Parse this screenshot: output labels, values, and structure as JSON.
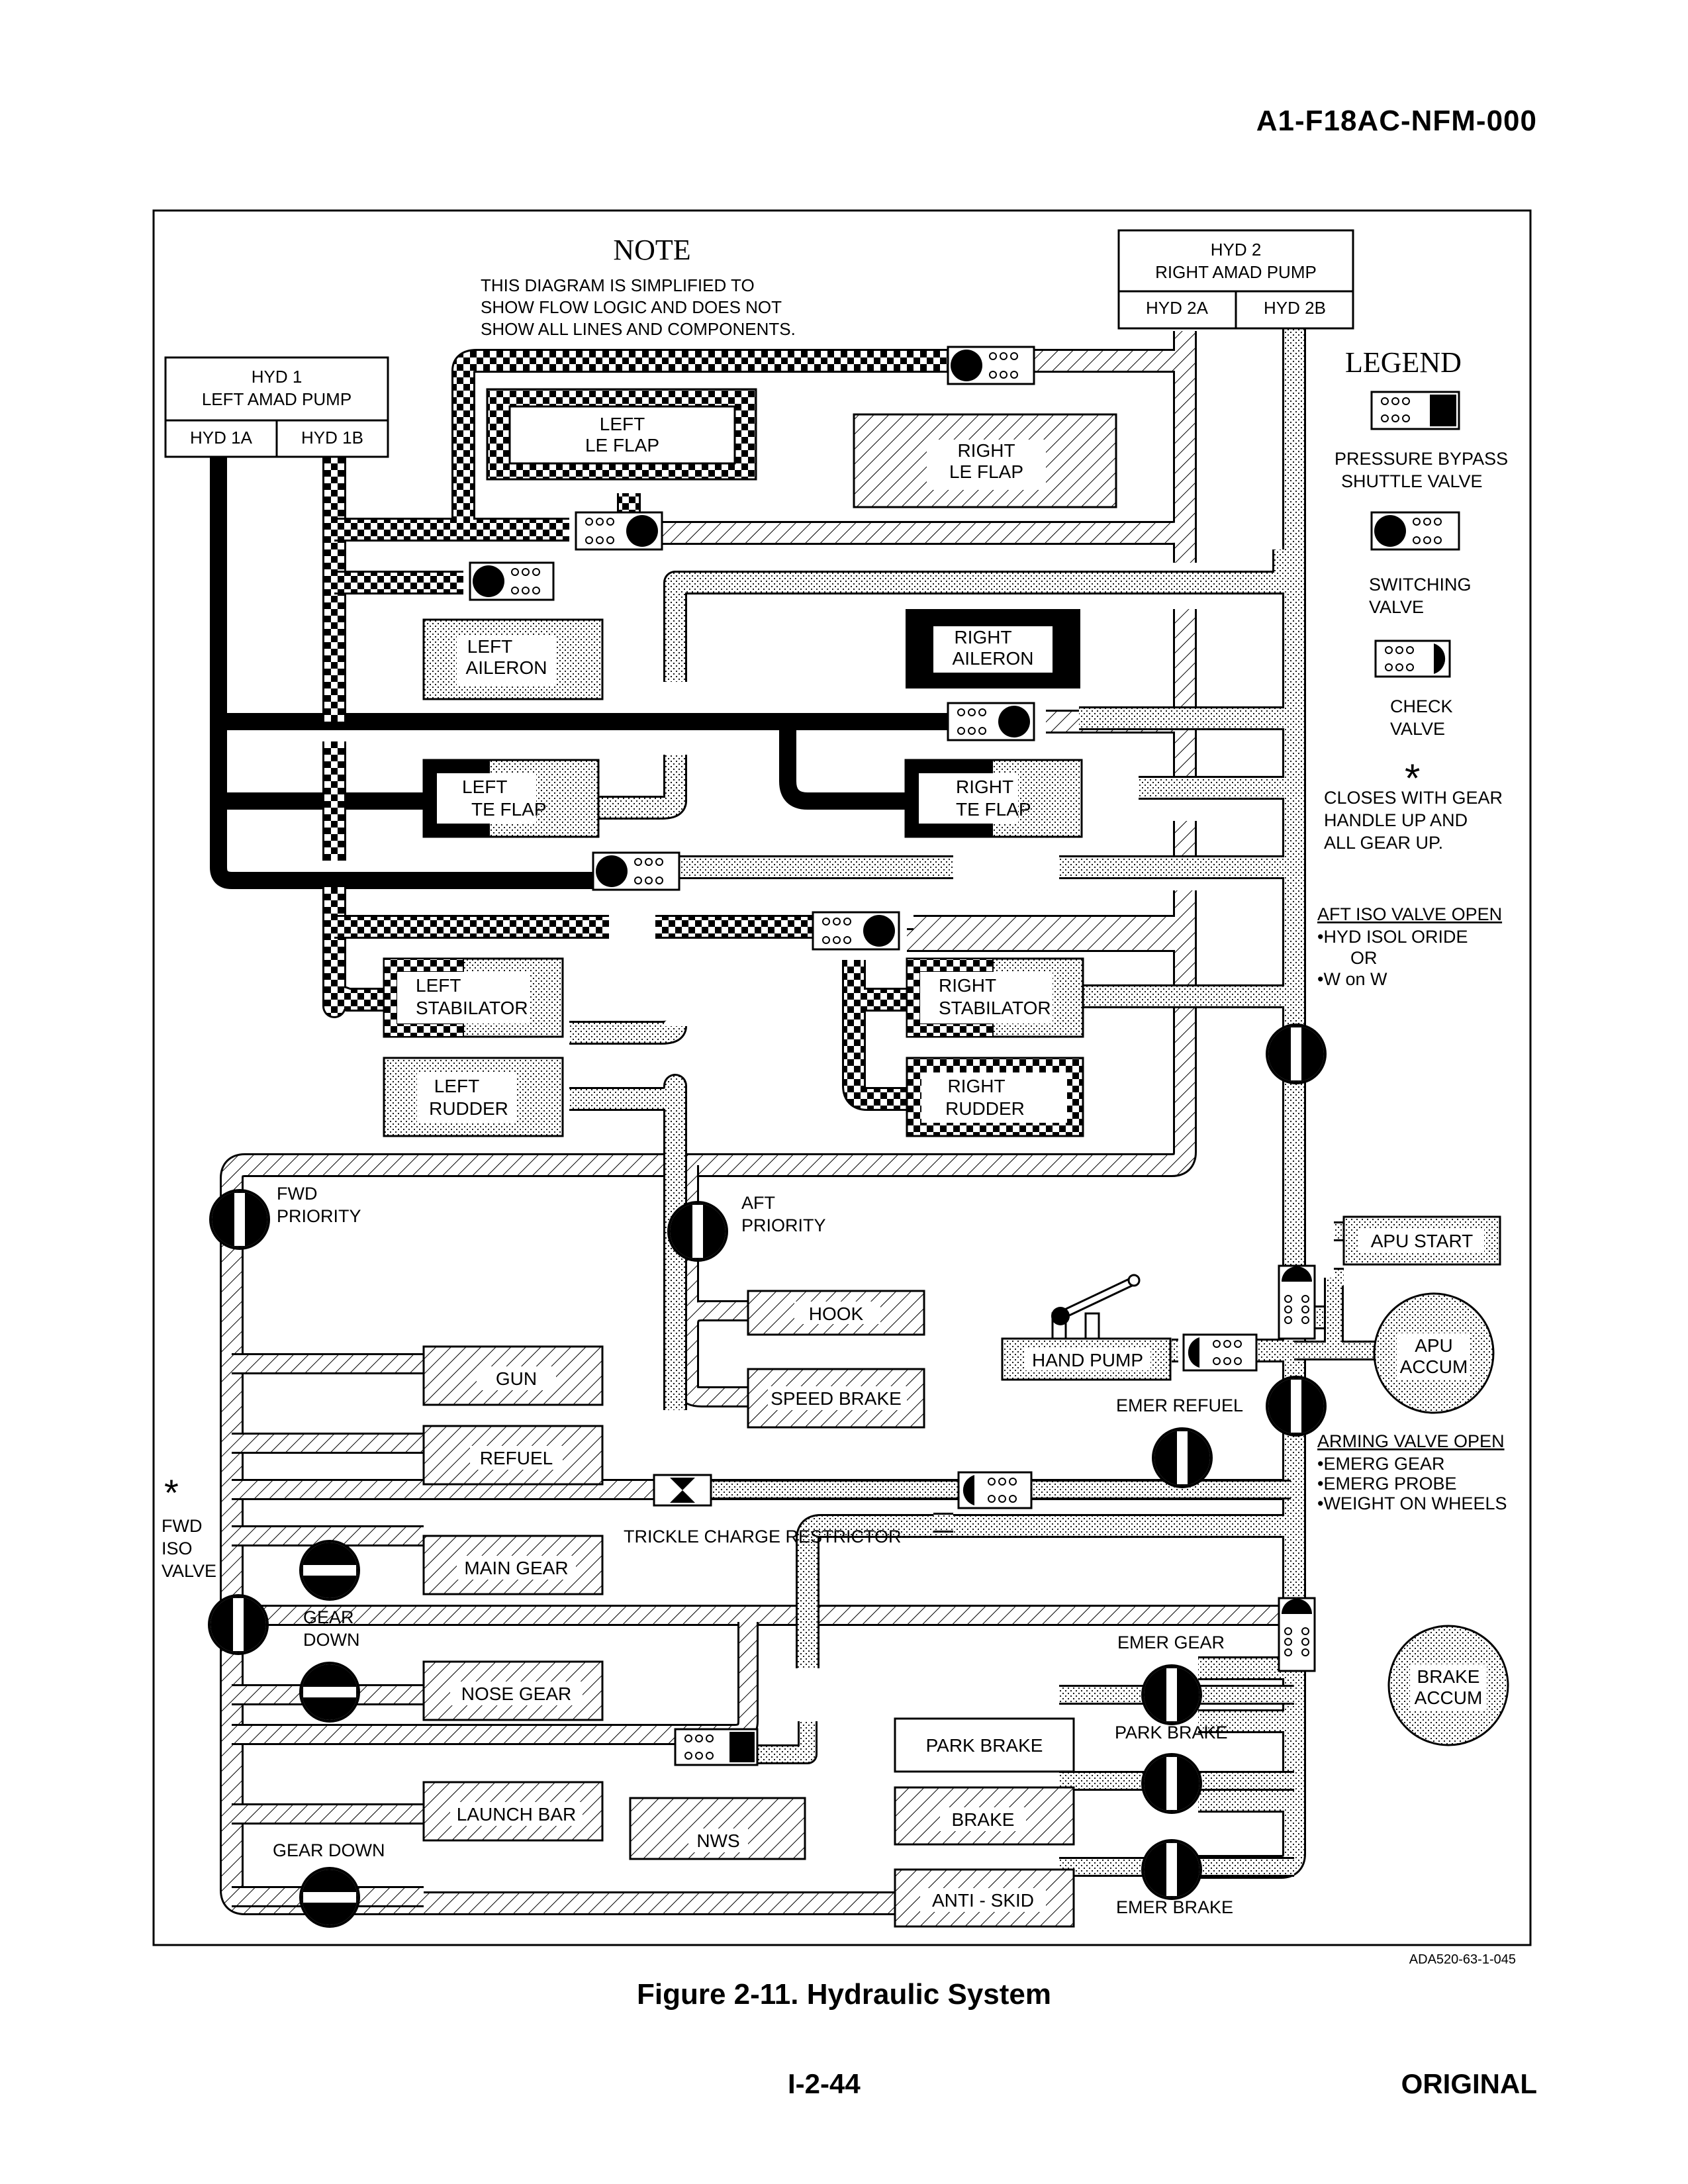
{
  "header": {
    "doc_id": "A1-F18AC-NFM-000"
  },
  "footer": {
    "caption": "Figure 2-11. Hydraulic System",
    "page": "I-2-44",
    "status": "ORIGINAL"
  },
  "art_code": "ADA520-63-1-045",
  "note": {
    "title": "NOTE",
    "lines": [
      "THIS DIAGRAM IS SIMPLIFIED TO",
      "SHOW FLOW LOGIC AND DOES NOT",
      "SHOW ALL LINES AND COMPONENTS."
    ]
  },
  "hyd1": {
    "line1": "HYD 1",
    "line2": "LEFT AMAD PUMP",
    "a": "HYD 1A",
    "b": "HYD 1B"
  },
  "hyd2": {
    "line1": "HYD 2",
    "line2": "RIGHT AMAD PUMP",
    "a": "HYD 2A",
    "b": "HYD 2B"
  },
  "legend": {
    "title": "LEGEND",
    "pbsv": [
      "PRESSURE BYPASS",
      "SHUTTLE VALVE"
    ],
    "switching": [
      "SWITCHING",
      "VALVE"
    ],
    "check": [
      "CHECK",
      "VALVE"
    ],
    "asterisk": "*",
    "closes": [
      "CLOSES WITH GEAR",
      "HANDLE UP AND",
      "ALL GEAR UP."
    ]
  },
  "aft_iso": {
    "title": "AFT ISO VALVE OPEN",
    "lines": [
      "•HYD ISOL ORIDE",
      "OR",
      "•W on W"
    ]
  },
  "arming": {
    "title": "ARMING VALVE OPEN",
    "lines": [
      "•EMERG GEAR",
      "•EMERG PROBE",
      "•WEIGHT ON WHEELS"
    ]
  },
  "components": {
    "left_le_flap": [
      "LEFT",
      "LE FLAP"
    ],
    "right_le_flap": [
      "RIGHT",
      "LE FLAP"
    ],
    "left_aileron": [
      "LEFT",
      "AILERON"
    ],
    "right_aileron": [
      "RIGHT",
      "AILERON"
    ],
    "left_te_flap": [
      "LEFT",
      "TE FLAP"
    ],
    "right_te_flap": [
      "RIGHT",
      "TE FLAP"
    ],
    "left_stabilator": [
      "LEFT",
      "STABILATOR"
    ],
    "right_stabilator": [
      "RIGHT",
      "STABILATOR"
    ],
    "left_rudder": [
      "LEFT",
      "RUDDER"
    ],
    "right_rudder": [
      "RIGHT",
      "RUDDER"
    ],
    "hook": "HOOK",
    "speed_brake": "SPEED BRAKE",
    "gun": "GUN",
    "refuel": "REFUEL",
    "main_gear": "MAIN GEAR",
    "nose_gear": "NOSE GEAR",
    "launch_bar": "LAUNCH BAR",
    "nws": "NWS",
    "park_brake": "PARK BRAKE",
    "brake": "BRAKE",
    "anti_skid": "ANTI - SKID",
    "hand_pump": "HAND PUMP",
    "apu_start": "APU START",
    "apu_accum": [
      "APU",
      "ACCUM"
    ],
    "brake_accum": [
      "BRAKE",
      "ACCUM"
    ]
  },
  "labels": {
    "fwd_priority": [
      "FWD",
      "PRIORITY"
    ],
    "aft_priority": [
      "AFT",
      "PRIORITY"
    ],
    "fwd_iso": [
      "*",
      "FWD",
      "ISO",
      "VALVE"
    ],
    "gear_down_1": [
      "GEAR",
      "DOWN"
    ],
    "gear_down_2": "GEAR DOWN",
    "trickle": "TRICKLE CHARGE RESTRICTOR",
    "emer_refuel": "EMER REFUEL",
    "emer_gear": "EMER GEAR",
    "park_brake_valve": "PARK BRAKE",
    "emer_brake": "EMER BRAKE"
  },
  "colors": {
    "ink": "#000000",
    "paper": "#ffffff",
    "stipple": "#c8c8c8"
  }
}
